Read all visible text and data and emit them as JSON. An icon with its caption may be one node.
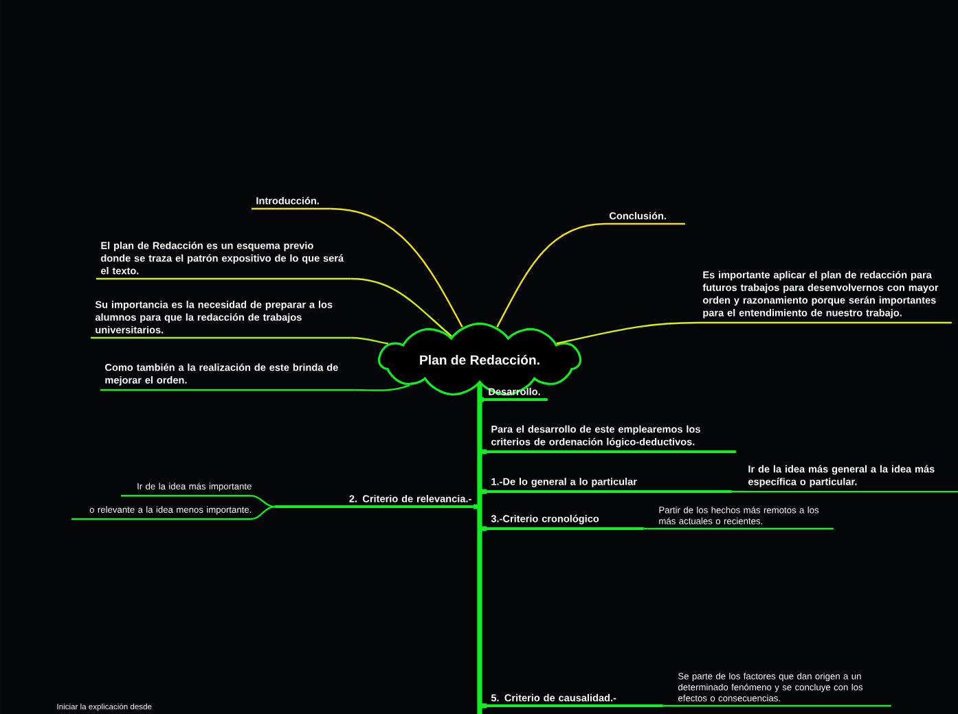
{
  "diagram": {
    "nodes": [
      {
        "text": [
          "Plan de Redacción."
        ]
      },
      {
        "text": [
          "Introducción."
        ]
      },
      {
        "text": [
          "El plan de Redacción es un esquema previo donde se traza el patrón expositivo de lo que será el texto."
        ]
      },
      {
        "text": [
          "Su importancia es la necesidad de preparar a los alumnos para que la redacción de trabajos universitarios."
        ]
      },
      {
        "text": [
          "Como también a la realización de este brinda de mejorar el orden."
        ]
      },
      {
        "text": [
          "Conclusión."
        ]
      },
      {
        "text": [
          "Es importante aplicar el plan de redacción para futuros trabajos para desenvolvernos con mayor orden y razonamiento porque serán importantes para el entendimiento de nuestro trabajo."
        ]
      },
      {
        "text": [
          "Desarrollo."
        ]
      },
      {
        "text": [
          "Para el desarrollo de este emplearemos los criterios de ordenación lógico-deductivos."
        ]
      },
      {
        "text": [
          "1.-De lo general a lo particular"
        ]
      },
      {
        "text": [
          "Ir de la idea más general a la idea más específica o particular."
        ]
      },
      {
        "text": [
          "2. Criterio de relevancia.-"
        ]
      },
      {
        "text": [
          "Ir de la idea más importante"
        ]
      },
      {
        "text": [
          "o relevante a la idea menos importante."
        ]
      },
      {
        "text": [
          "3.-Criterio cronológico"
        ]
      },
      {
        "text": [
          "Partir de los hechos más remotos a los más actuales o recientes."
        ]
      },
      {
        "text": [
          "5. Criterio de causalidad.-"
        ]
      },
      {
        "text": [
          "Se parte de los factores que dan origen a un determinado fenómeno y se concluye con los efectos o consecuencias."
        ]
      }
    ],
    "edges": [
      {
        "from": 0,
        "to": 1,
        "arrow": "none",
        "color": "#f0e010"
      },
      {
        "from": 0,
        "to": 2,
        "arrow": "none",
        "color": "#d0f010"
      },
      {
        "from": 0,
        "to": 3,
        "arrow": "none",
        "color": "#a8f010"
      },
      {
        "from": 0,
        "to": 4,
        "arrow": "none"
      },
      {
        "from": 0,
        "to": 5,
        "arrow": "none",
        "color": "#f0e010"
      },
      {
        "from": 0,
        "to": 6,
        "arrow": "none",
        "color": "#d8f010"
      },
      {
        "from": 0,
        "to": 7,
        "arrow": "none",
        "style": "thick"
      },
      {
        "from": 0,
        "to": 8,
        "arrow": "none",
        "style": "thick"
      },
      {
        "from": 0,
        "to": 9,
        "arrow": "none",
        "style": "thick"
      },
      {
        "from": 9,
        "to": 10,
        "arrow": "none"
      },
      {
        "from": 0,
        "to": 11,
        "arrow": "none",
        "style": "thick"
      },
      {
        "from": 11,
        "to": 12,
        "arrow": "none"
      },
      {
        "from": 11,
        "to": 13,
        "arrow": "none"
      },
      {
        "from": 0,
        "to": 14,
        "arrow": "none",
        "style": "thick"
      },
      {
        "from": 14,
        "to": 15,
        "arrow": "none"
      },
      {
        "from": 0,
        "to": 16,
        "arrow": "none",
        "style": "thick"
      },
      {
        "from": 16,
        "to": 17,
        "arrow": "none"
      }
    ],
    "labels": [
      "Iniciar la explicación desde"
    ]
  }
}
